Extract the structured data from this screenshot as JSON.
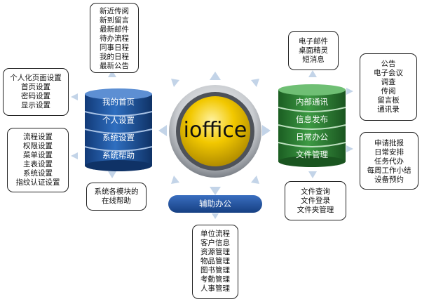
{
  "center": {
    "title": "ioffice"
  },
  "left_stack": {
    "items": [
      "我的首页",
      "个人设置",
      "系统设置",
      "系统帮助"
    ],
    "color": "#1f56a3"
  },
  "right_stack": {
    "items": [
      "内部通讯",
      "信息发布",
      "日常办公",
      "文件管理"
    ],
    "color": "#2f8a35"
  },
  "aux": {
    "label": "辅助办公",
    "color": "#1f56a3"
  },
  "bubbles": {
    "top_center": [
      "新近传阅",
      "新到留言",
      "最新邮件",
      "待办流程",
      "同事日程",
      "我的日程",
      "最新公告"
    ],
    "left_top": [
      "个人化页面设置",
      "首页设置",
      "密码设置",
      "显示设置"
    ],
    "left_mid": [
      "流程设置",
      "权限设置",
      "菜单设置",
      "主表设置",
      "系统设置",
      "指纹认证设置"
    ],
    "left_help": [
      "系统各模块的",
      "在线帮助"
    ],
    "bottom_center": [
      "单位流程",
      "客户信息",
      "资源管理",
      "物品管理",
      "图书管理",
      "考勤管理",
      "人事管理"
    ],
    "right_top_inner": [
      "电子邮件",
      "桌面精灵",
      "短消息"
    ],
    "right_top_outer": [
      "公告",
      "电子会议",
      "调查",
      "传阅",
      "留言板",
      "通讯录"
    ],
    "right_mid_outer": [
      "申请批报",
      "日常安排",
      "任务代办",
      "每周工作小结",
      "设备预约"
    ],
    "right_bottom": [
      "文件查询",
      "文件登录",
      "文件夹管理"
    ]
  },
  "colors": {
    "gold": "#f2c800",
    "arrow": "#bcd0e6"
  }
}
